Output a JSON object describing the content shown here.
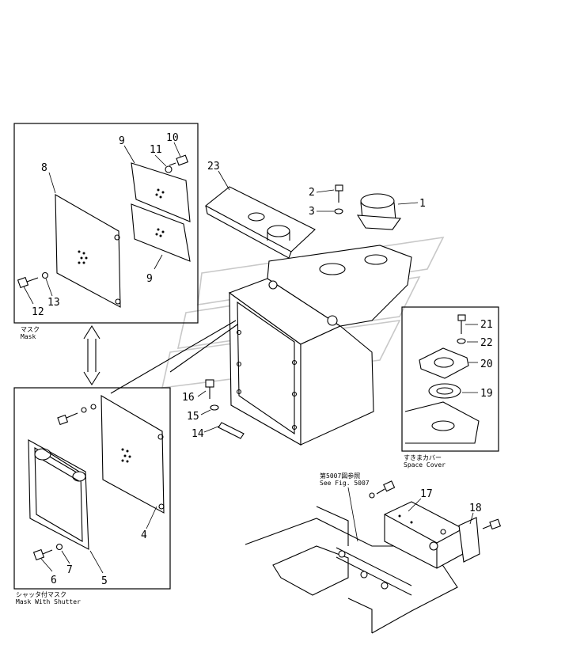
{
  "callouts": {
    "c1": "1",
    "c2": "2",
    "c3": "3",
    "c4": "4",
    "c5": "5",
    "c6": "6",
    "c7": "7",
    "c8": "8",
    "c9a": "9",
    "c9b": "9",
    "c10": "10",
    "c11": "11",
    "c12": "12",
    "c13": "13",
    "c14": "14",
    "c15": "15",
    "c16": "16",
    "c17": "17",
    "c18": "18",
    "c19": "19",
    "c20": "20",
    "c21": "21",
    "c22": "22",
    "c23": "23"
  },
  "captions": {
    "mask_jp": "マスク",
    "mask_en": "Mask",
    "shutter_jp": "シャッタ付マスク",
    "shutter_en": "Mask With Shutter",
    "space_jp": "すきまカバー",
    "space_en": "Space Cover",
    "fig_jp": "第5007図参照",
    "fig_en": "See Fig. 5007"
  }
}
